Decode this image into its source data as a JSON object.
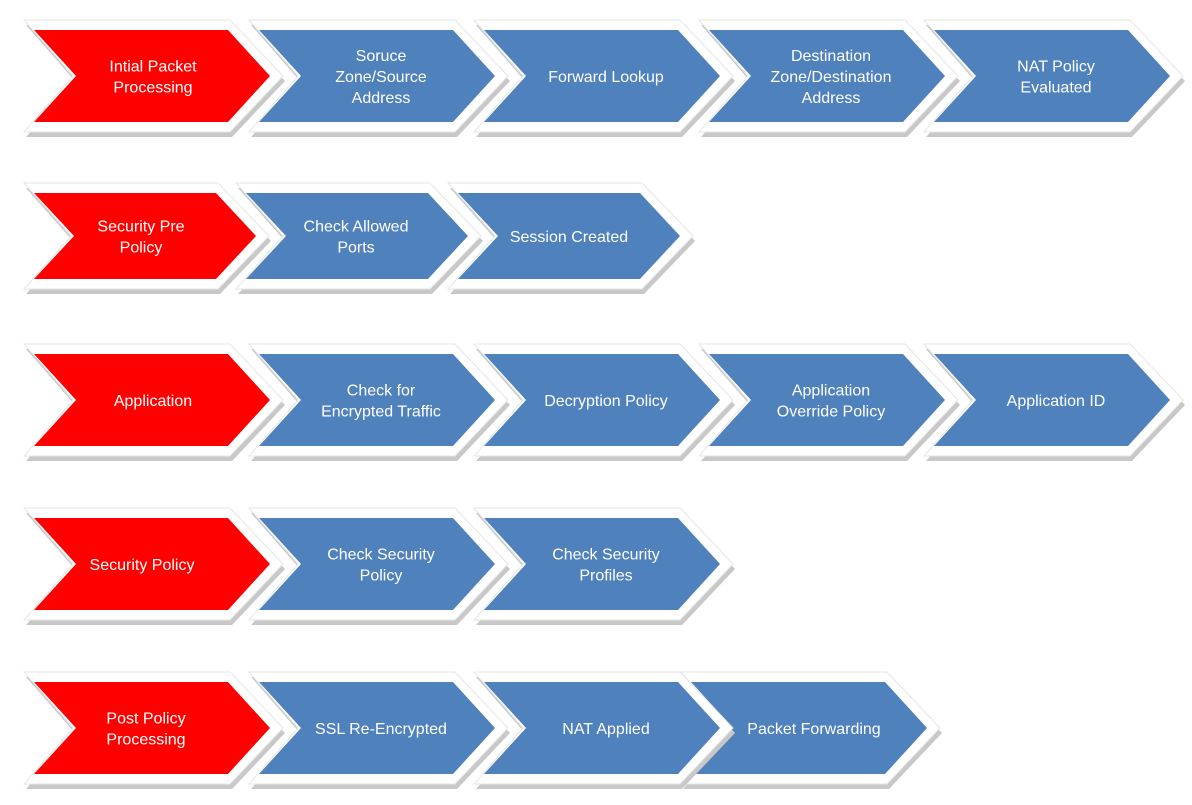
{
  "colors": {
    "stage": "#ff0000",
    "step": "#4f81bd",
    "frame": "#ffffff",
    "shadow": "#c8c8c8",
    "text": "#ffffff"
  },
  "rows": [
    {
      "stage": [
        "Intial Packet",
        "Processing"
      ],
      "steps": [
        [
          "Soruce",
          "Zone/Source",
          "Address"
        ],
        [
          "Forward Lookup"
        ],
        [
          "Destination",
          "Zone/Destination",
          "Address"
        ],
        [
          "NAT Policy",
          "Evaluated"
        ]
      ]
    },
    {
      "stage": [
        "Security Pre",
        "Policy"
      ],
      "steps": [
        [
          "Check Allowed",
          "Ports"
        ],
        [
          "Session Created"
        ]
      ]
    },
    {
      "stage": [
        "Application"
      ],
      "steps": [
        [
          "Check for",
          "Encrypted Traffic"
        ],
        [
          "Decryption Policy"
        ],
        [
          "Application",
          "Override Policy"
        ],
        [
          "Application ID"
        ]
      ]
    },
    {
      "stage": [
        "Security Policy"
      ],
      "steps": [
        [
          "Check Security",
          "Policy"
        ],
        [
          "Check Security",
          "Profiles"
        ]
      ]
    },
    {
      "stage": [
        "Post Policy",
        "Processing"
      ],
      "steps": [
        [
          "SSL  Re-Encrypted"
        ],
        [
          "NAT Applied"
        ],
        [
          "Packet Forwarding"
        ]
      ]
    }
  ]
}
